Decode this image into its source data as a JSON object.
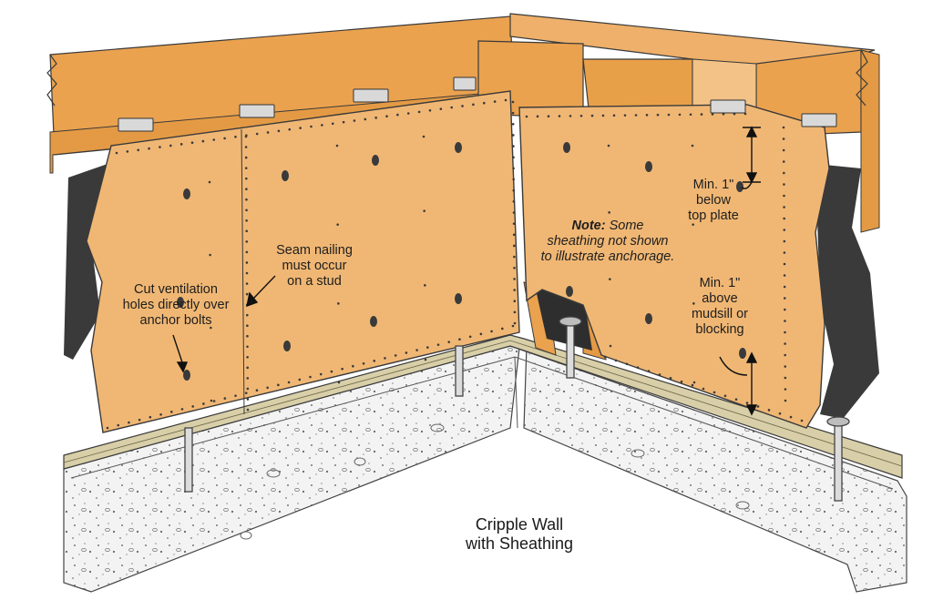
{
  "labels": {
    "ventilation": [
      "Cut ventilation",
      "holes directly over",
      "anchor bolts"
    ],
    "seam": [
      "Seam nailing",
      "must occur",
      "on a stud"
    ],
    "note_head": "Note:",
    "note_first": " Some",
    "note_rest": [
      "sheathing not shown",
      "to illustrate anchorage."
    ],
    "min_top": [
      "Min. 1\"",
      "below",
      "top plate"
    ],
    "min_bottom": [
      "Min. 1\"",
      "above",
      "mudsill or",
      "blocking"
    ]
  },
  "caption": [
    "Cripple Wall",
    "with Sheathing"
  ],
  "colors": {
    "sheathing": "#f0b774",
    "lumber": "#eaa24f",
    "foundation": "#f2f2f2",
    "mudsill": "#d8cfa8",
    "moisture_barrier": "#3a3a3a"
  }
}
